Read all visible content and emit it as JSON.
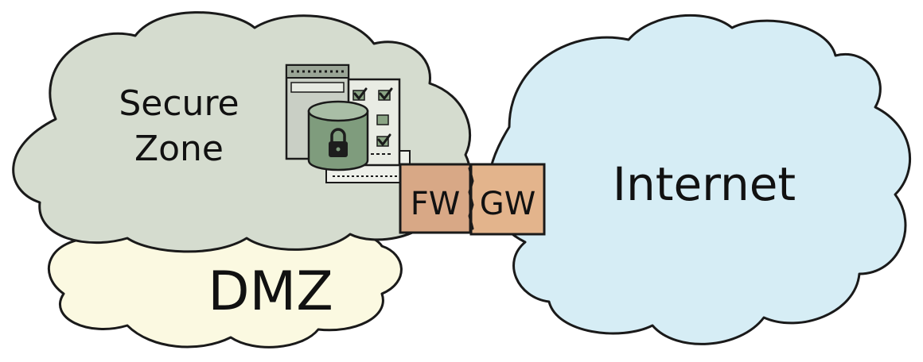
{
  "zones": {
    "secure": {
      "line1": "Secure",
      "line2": "Zone",
      "fill": "#d5dccf"
    },
    "dmz": {
      "label": "DMZ",
      "fill": "#fbf9e1"
    },
    "internet": {
      "label": "Internet",
      "fill": "#d6edf5"
    }
  },
  "boxes": {
    "firewall": {
      "label": "FW",
      "fill": "#d8a886"
    },
    "gateway": {
      "label": "GW",
      "fill": "#e3b48c"
    }
  },
  "icons": [
    "server-app-window-icon",
    "checklist-document-icon",
    "locked-database-icon"
  ],
  "colors": {
    "stroke": "#1a1a1a",
    "server": "#c9cfc5",
    "database": "#7f9c7d"
  }
}
